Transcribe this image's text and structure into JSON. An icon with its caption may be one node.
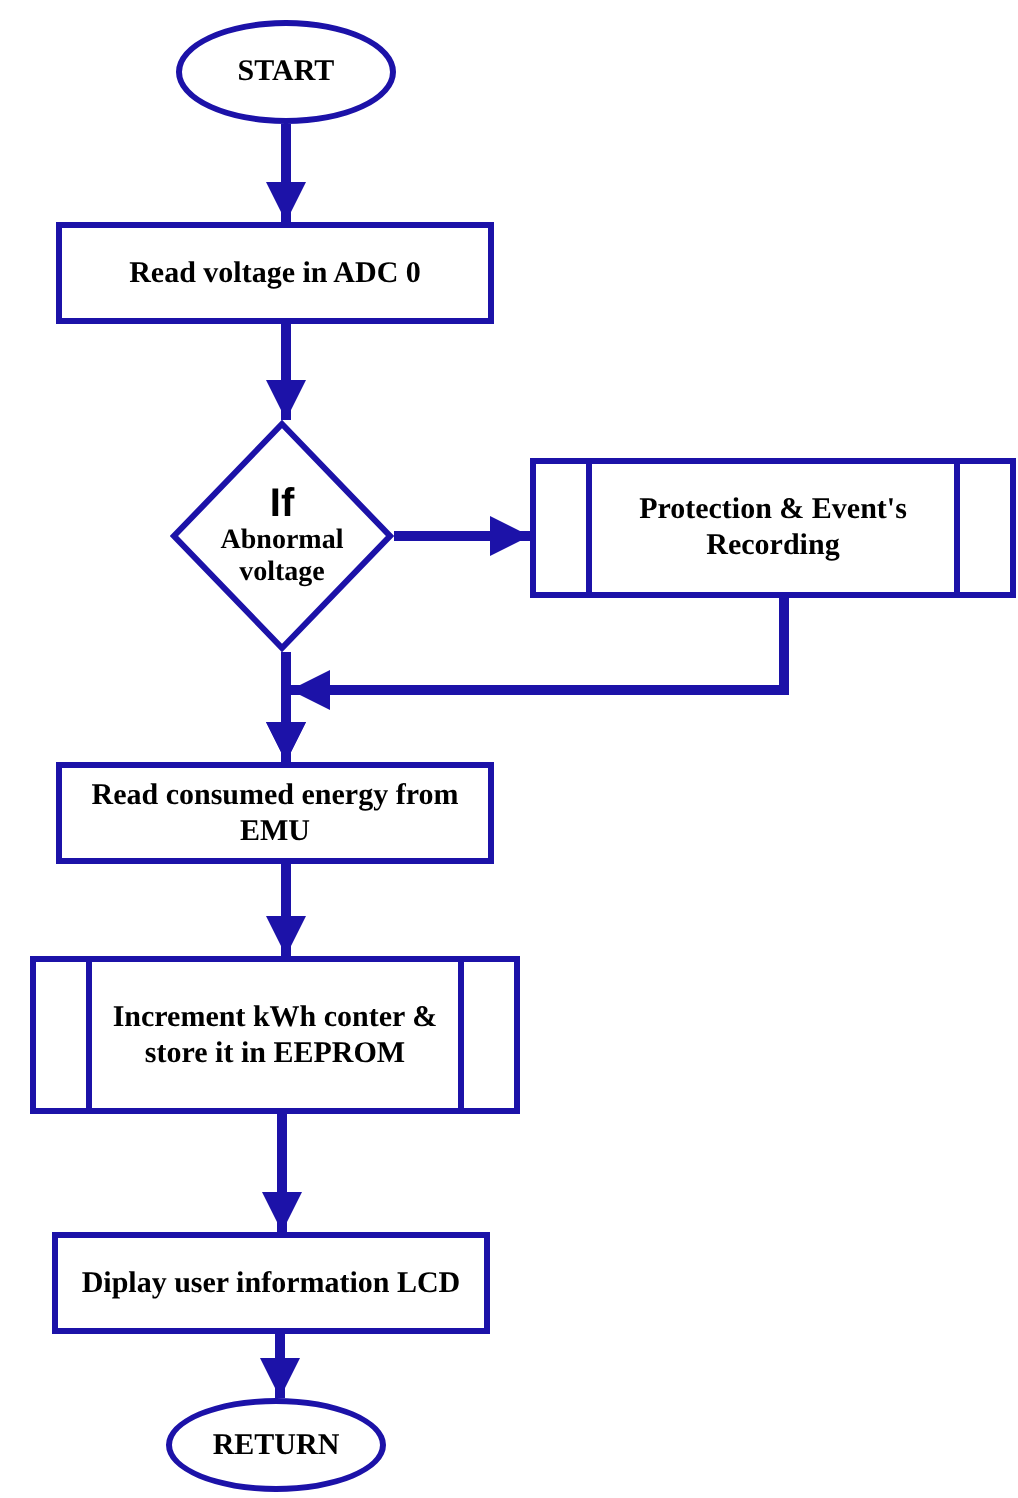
{
  "diagram": {
    "nodes": [
      {
        "text": [
          "START"
        ]
      },
      {
        "text": [
          "Read voltage in ADC 0"
        ]
      },
      {
        "text": [
          "If",
          "Abnormal voltage"
        ]
      },
      {
        "text": [
          "Protection & Event's Recording"
        ]
      },
      {
        "text": [
          "Read consumed energy from EMU"
        ]
      },
      {
        "text": [
          "Increment kWh conter & store it in EEPROM"
        ]
      },
      {
        "text": [
          "Diplay user information LCD"
        ]
      },
      {
        "text": [
          "RETURN"
        ]
      }
    ],
    "edges": [
      {
        "from": 0,
        "to": 1,
        "arrow": "to"
      },
      {
        "from": 1,
        "to": 2,
        "arrow": "to"
      },
      {
        "from": 2,
        "to": 3,
        "arrow": "to"
      },
      {
        "from": 2,
        "to": 4,
        "arrow": "to"
      },
      {
        "from": 3,
        "to": 4,
        "arrow": "to"
      },
      {
        "from": 4,
        "to": 5,
        "arrow": "to"
      },
      {
        "from": 5,
        "to": 6,
        "arrow": "to"
      },
      {
        "from": 6,
        "to": 7,
        "arrow": "to"
      }
    ]
  }
}
